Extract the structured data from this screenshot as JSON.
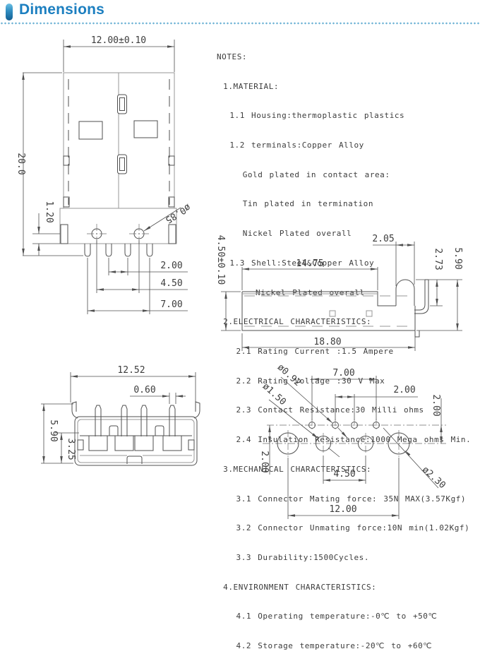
{
  "header": {
    "title": "Dimensions"
  },
  "notes": {
    "lines": [
      "NOTES:",
      " 1.MATERIAL:",
      "  1.1 Housing:thermoplastic plastics",
      "  1.2 terminals:Copper Alloy",
      "    Gold plated in contact area:",
      "    Tin plated in termination",
      "    Nickel Plated overall",
      "  1.3 Shell:Steel&Copper Alloy",
      "      Nickel Plated overall",
      " 2.ELECTRICAL CHARACTERISTICS:",
      "   2.1 Rating Current :1.5 Ampere",
      "   2.2 Rating Voltage :30 V Max",
      "   2.3 Contact Resistance:30 Milli ohms",
      "   2.4 Insulation Resistance:1000 Mega ohms Min.",
      " 3.MECHANICAL CHARACTERISTICS:",
      "   3.1 Connector Mating force: 35N MAX(3.57Kgf)",
      "   3.2 Connector Unmating force:10N min(1.02Kgf)",
      "   3.3 Durability:1500Cycles.",
      " 4.ENVIRONMENT CHARACTERISTICS:",
      "   4.1 Operating temperature:-0℃ to +50℃",
      "   4.2 Storage temperature:-20℃ to +60℃"
    ]
  },
  "views": {
    "top": {
      "width": "12.00±0.10",
      "height": "20.0",
      "base_step": "1.20",
      "hole_dia": "ø0.85",
      "pin_pitch": "2.00",
      "hole_span": "4.50",
      "pin_span": "7.00"
    },
    "side": {
      "body_height": "4.50±0.10",
      "shell_length": "14.75",
      "post_width": "2.05",
      "lead_height": "2.73",
      "total_height": "5.90",
      "total_length": "18.80"
    },
    "rear": {
      "width": "12.52",
      "pin_width": "0.60",
      "height": "5.90",
      "cavity_height": "3.25"
    },
    "footprint": {
      "pin_span": "7.00",
      "pin_pitch": "2.00",
      "row_gap_right": "2.00",
      "row_gap_left": "2.00",
      "pin_hole_dia": "ø0.92",
      "mid_hole_dia": "ø1.50",
      "shell_hole_dia": "ø2.30",
      "mid_hole_span": "4.50",
      "shell_hole_span": "12.00"
    }
  }
}
